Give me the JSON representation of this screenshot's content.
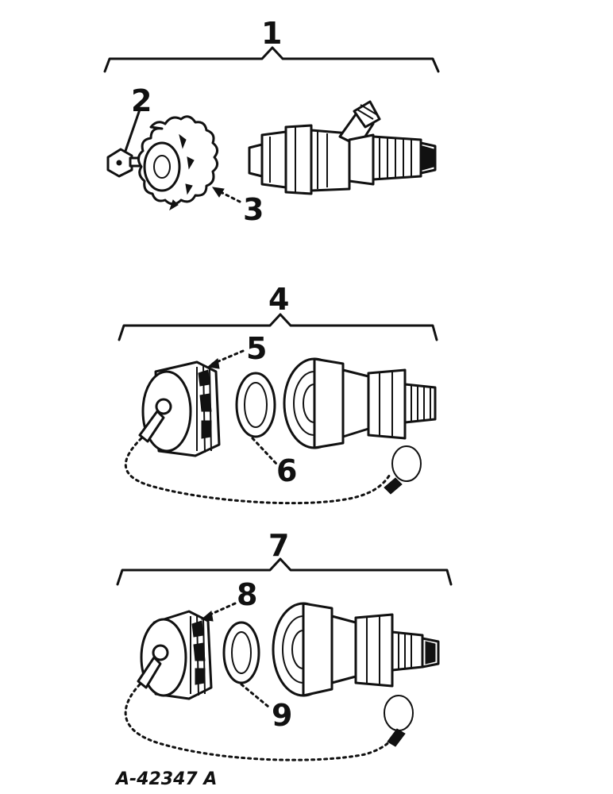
{
  "callouts": {
    "c1": "1",
    "c2": "2",
    "c3": "3",
    "c4": "4",
    "c5": "5",
    "c6": "6",
    "c7": "7",
    "c8": "8",
    "c9": "9"
  },
  "figure_code": "A-42347 A",
  "colors": {
    "ink": "#111111",
    "paper": "#ffffff"
  }
}
